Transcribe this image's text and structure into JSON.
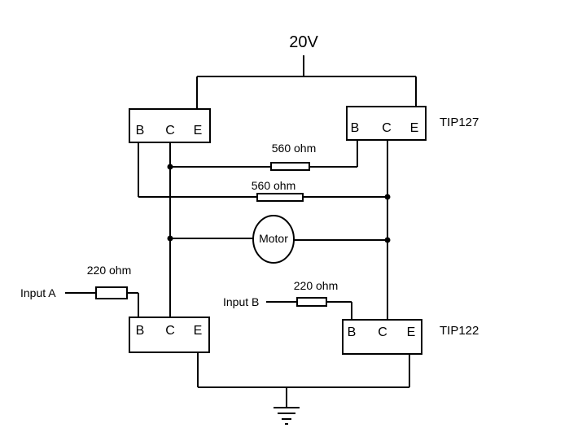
{
  "supply_label": "20V",
  "transistors": {
    "top_left": {
      "pins": [
        "B",
        "C",
        "E"
      ]
    },
    "top_right": {
      "pins": [
        "B",
        "C",
        "E"
      ],
      "part": "TIP127"
    },
    "bottom_left": {
      "pins": [
        "B",
        "C",
        "E"
      ]
    },
    "bottom_right": {
      "pins": [
        "B",
        "C",
        "E"
      ],
      "part": "TIP122"
    }
  },
  "resistors": {
    "top_upper": "560 ohm",
    "top_lower": "560 ohm",
    "input_a": "220 ohm",
    "input_b": "220 ohm"
  },
  "motor_label": "Motor",
  "inputs": {
    "a": "Input A",
    "b": "Input B"
  },
  "colors": {
    "line": "#000000",
    "background": "#ffffff"
  }
}
